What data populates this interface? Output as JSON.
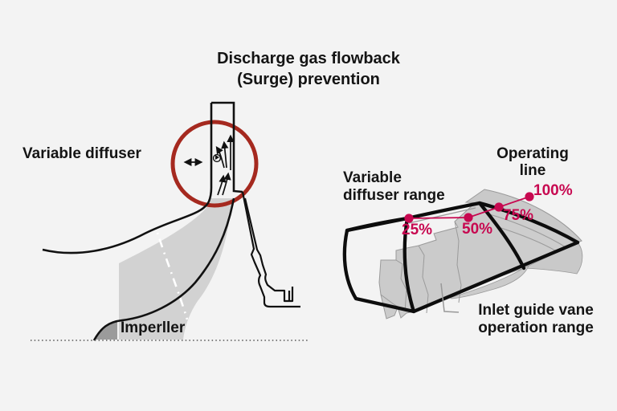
{
  "title": {
    "line1": "Discharge gas flowback",
    "line2": "(Surge) prevention"
  },
  "left_diagram": {
    "labels": {
      "variable_diffuser": "Variable diffuser",
      "impeller": "Imperller"
    },
    "icons": [
      "double-arrow-icon",
      "vortex-icon",
      "flow-arrow-icons"
    ],
    "colors": {
      "highlight_circle": "#a5291f",
      "channel_fill": "#d2d2d2",
      "impeller_fill": "#9b9b9b",
      "line": "#111111"
    }
  },
  "right_diagram": {
    "labels": {
      "variable_diffuser_range_line1": "Variable",
      "variable_diffuser_range_line2": "diffuser range",
      "operating_line_line1": "Operating",
      "operating_line_line2": "line",
      "inlet_guide_vane_line1": "Inlet guide vane",
      "inlet_guide_vane_line2": "operation range"
    },
    "operating_points": [
      {
        "label": "25%"
      },
      {
        "label": "50%"
      },
      {
        "label": "75%"
      },
      {
        "label": "100%"
      }
    ],
    "colors": {
      "accent": "#c70850",
      "surface_fill": "#cbcbcb",
      "surface_edge": "#9a9a9a",
      "outline": "#0d0d0d"
    }
  },
  "background": "#f3f3f3"
}
